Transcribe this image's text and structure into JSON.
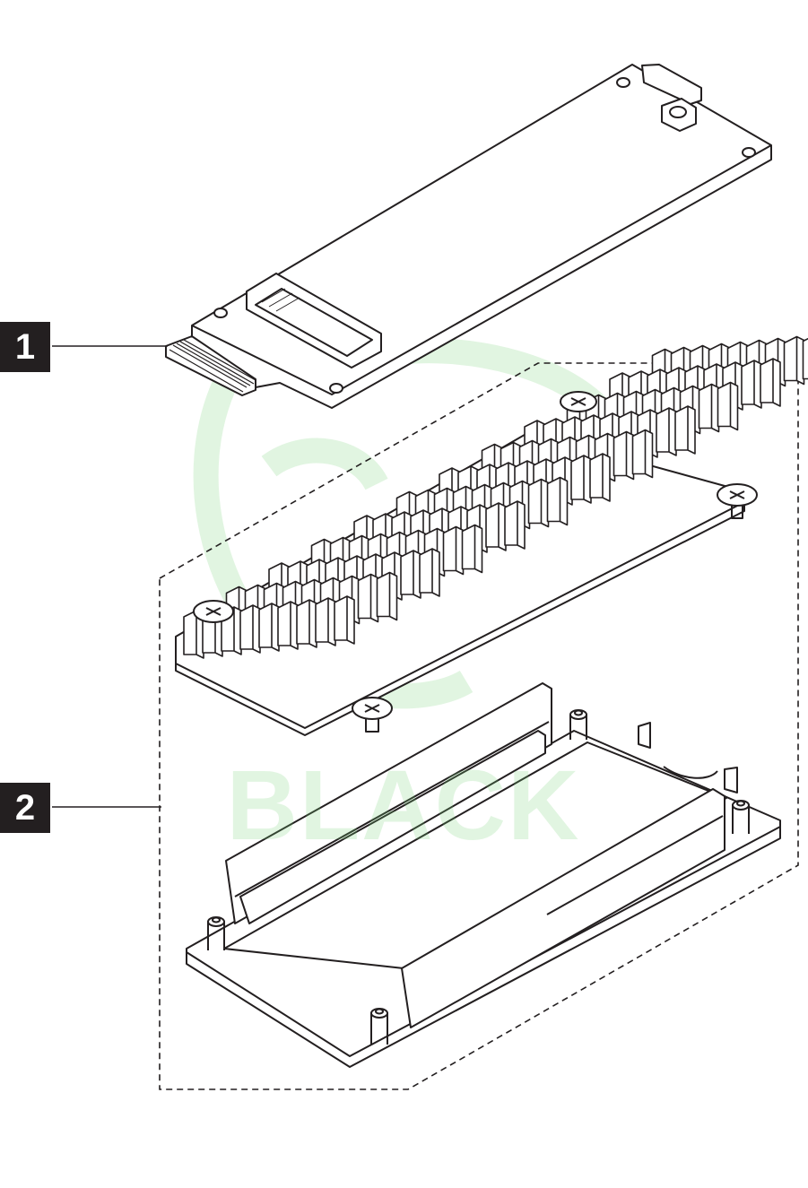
{
  "callouts": [
    {
      "label": "1"
    },
    {
      "label": "2"
    }
  ],
  "watermark": {
    "text": "BLACK"
  },
  "colors": {
    "line": "#231f20",
    "callout_bg": "#231f20",
    "callout_text": "#ffffff",
    "watermark": "#78d278",
    "background": "#ffffff"
  }
}
